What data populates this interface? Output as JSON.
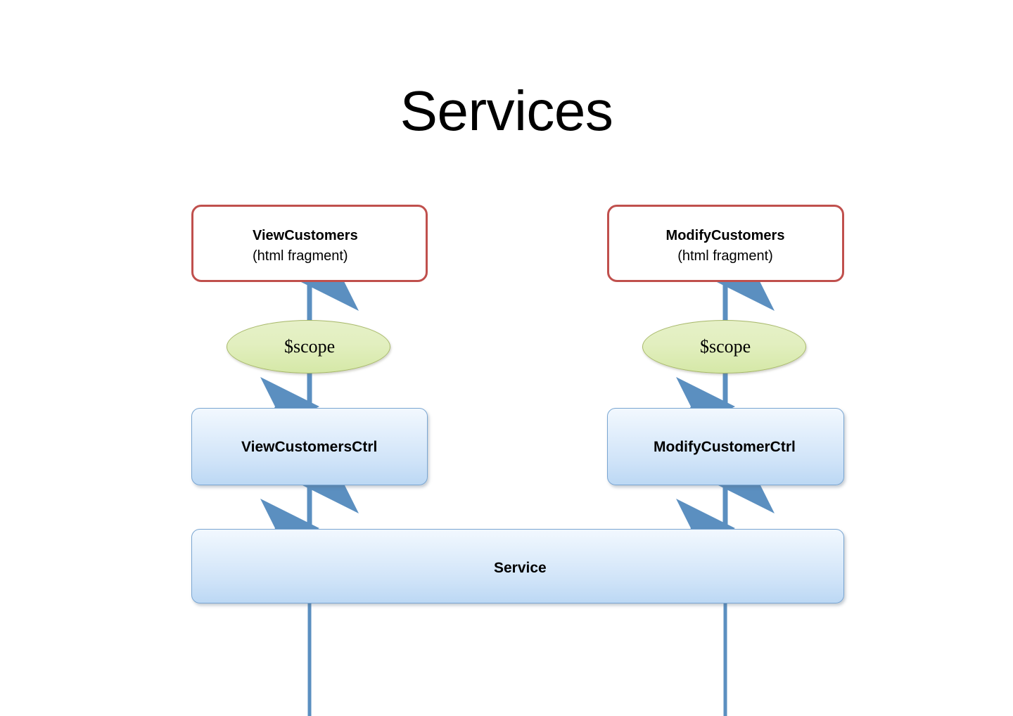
{
  "slide": {
    "title": "Services",
    "background_color": "#ffffff"
  },
  "palette": {
    "fragment_border": "#c0504d",
    "scope_fill": "#d9e8b0",
    "scope_border": "#a8b96a",
    "box_fill_top": "#f2f8fe",
    "box_fill_bottom": "#bcd8f4",
    "box_border": "#7aa6d2",
    "arrow_color": "#5b8fc0",
    "text_color": "#000000"
  },
  "nodes": {
    "view_fragment": {
      "name": "ViewCustomers",
      "subtitle": "(html fragment)",
      "shape": "rounded-rectangle",
      "style": "red-outline"
    },
    "modify_fragment": {
      "name": "ModifyCustomers",
      "subtitle": "(html fragment)",
      "shape": "rounded-rectangle",
      "style": "red-outline"
    },
    "scope_left": {
      "label": "$scope",
      "shape": "ellipse",
      "style": "green-fill"
    },
    "scope_right": {
      "label": "$scope",
      "shape": "ellipse",
      "style": "green-fill"
    },
    "view_controller": {
      "label": "ViewCustomersCtrl",
      "shape": "rounded-rectangle",
      "style": "blue-gradient"
    },
    "modify_controller": {
      "label": "ModifyCustomerCtrl",
      "shape": "rounded-rectangle",
      "style": "blue-gradient"
    },
    "service": {
      "label": "Service",
      "shape": "rounded-rectangle",
      "style": "blue-gradient"
    }
  },
  "connectors": [
    {
      "id": "view-fragment-to-view-controller",
      "from": "view_fragment",
      "to": "view_controller",
      "via": "scope_left",
      "arrowheads": "both"
    },
    {
      "id": "view-controller-to-service",
      "from": "view_controller",
      "to": "service",
      "arrowheads": "both"
    },
    {
      "id": "modify-fragment-to-modify-controller",
      "from": "modify_fragment",
      "to": "modify_controller",
      "via": "scope_right",
      "arrowheads": "both"
    },
    {
      "id": "modify-controller-to-service",
      "from": "modify_controller",
      "to": "service",
      "arrowheads": "both"
    },
    {
      "id": "service-trailing-line-left",
      "from": "service",
      "to": "offslide-bottom",
      "arrowheads": "none"
    },
    {
      "id": "service-trailing-line-right",
      "from": "service",
      "to": "offslide-bottom",
      "arrowheads": "none"
    }
  ]
}
